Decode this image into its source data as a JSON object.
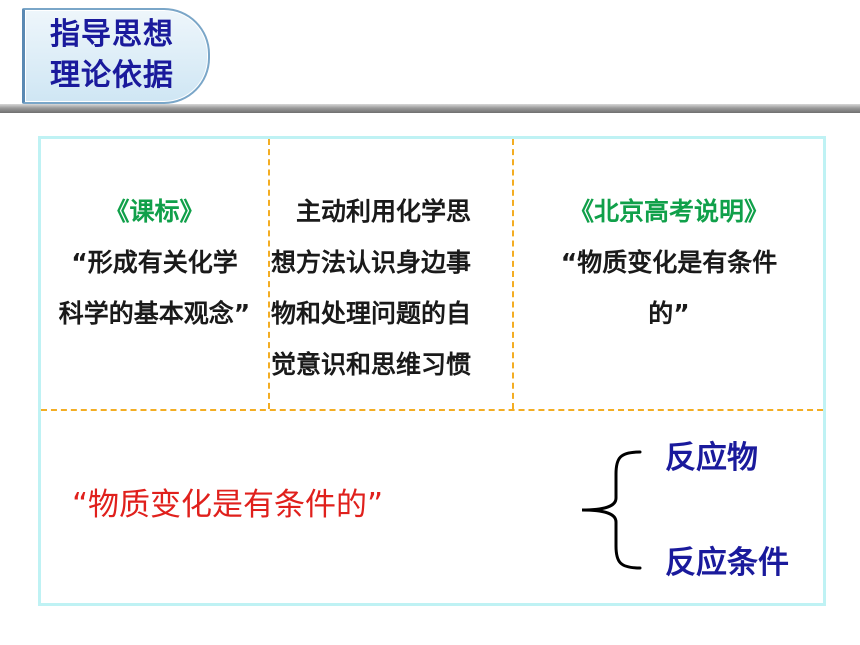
{
  "header": {
    "title_line1": "指导思想",
    "title_line2": "理论依据"
  },
  "columns": [
    {
      "title": "《课标》",
      "lines": [
        "“形成有关化学",
        "科学的基本观念”"
      ]
    },
    {
      "lines": [
        "　主动利用化学思",
        "想方法认识身边事",
        "物和处理问题的自",
        "觉意识和思维习惯"
      ]
    },
    {
      "title": "《北京高考说明》",
      "lines": [
        "“物质变化是有条件",
        "的”"
      ]
    }
  ],
  "bottom": {
    "statement": "“物质变化是有条件的”",
    "branches": [
      "反应物",
      "反应条件"
    ]
  },
  "colors": {
    "title_blue": "#1a1a9c",
    "green": "#10a04a",
    "red": "#e0201c",
    "dash_orange": "#f3ad23",
    "frame_cyan": "#bff2f4"
  }
}
